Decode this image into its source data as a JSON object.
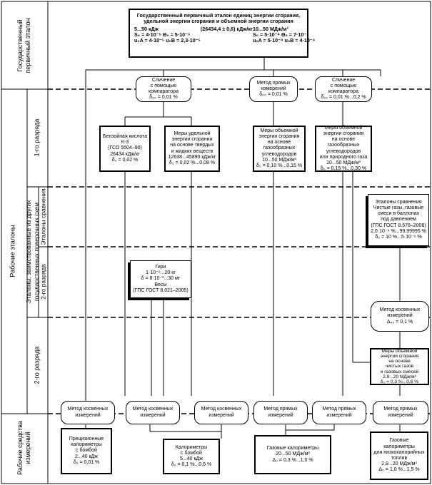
{
  "section_labels": {
    "state_primary_1": "Государственный",
    "state_primary_2": "первичный эталон",
    "working_standards": "Рабочие эталоны",
    "first_rank": "1-го разряда",
    "borrowed_1": "Эталоны, заимствованные из других",
    "borrowed_2": "государственных поверочных схем",
    "comparison_standards": "Эталоны сравнения",
    "second_rank_a": "2-го разряда",
    "second_rank_b": "2-го разряда",
    "working_means_1": "Рабочие средства",
    "working_means_2": "измерений"
  },
  "primary": {
    "title_1": "Государственный первичный эталон единиц энергии сгорания,",
    "title_2": "удельной энергии сгорания и объемной энергии сгорания",
    "l1": "5...50 кДж",
    "l2": "(26434,4 ± 0,6) кДж/кг",
    "l3": "10...50 МДж/м³",
    "l4": "S₀ = 4·10⁻⁵  Θ₀ = 5·10⁻⁵",
    "l5": "S₀ = 5·10⁻⁴  Θ₀ = 7·10⁻⁴",
    "l6": "u₀A = 4·10⁻⁵  u₀B = 2,3·10⁻⁵",
    "l7": "u₀A = 5·10⁻⁴  u₀B = 4·10⁻⁴"
  },
  "method_ovals": [
    {
      "l1": "Сличение",
      "l2": "с помощью",
      "l3": "компаратора",
      "l4": "δ₀₀ = 0,01 %"
    },
    {
      "l1": "Метод прямых",
      "l2": "измерений",
      "l3": "δ₀₀ = 0,01 %",
      "l4": ""
    },
    {
      "l1": "Сличение",
      "l2": "с помощью",
      "l3": "компаратора",
      "l4": "δ₀₀ = 0,01 %...0,2 %"
    }
  ],
  "first_rank_boxes": [
    {
      "lines": [
        "Бензойная кислота",
        "К-3",
        "(ГСО 5504–90)",
        "26434 кДж/кг",
        "δ₀ = 0,02 %"
      ]
    },
    {
      "lines": [
        "Меры удельной",
        "энергии сгорания",
        "на основе твердых",
        "и жидких веществ",
        "12638...45890 кДж/кг",
        "δ₀ = 0,02 %...0,08 %"
      ]
    },
    {
      "lines": [
        "Меры объемной",
        "энергии сгорания",
        "на основе",
        "газообразных",
        "углеводородов",
        "10...50 МДж/м³",
        "δ₀ = 0,10 %...0,15 %"
      ]
    },
    {
      "lines": [
        "Меры объемной",
        "энергии сгорания",
        "на основе",
        "газообразных",
        "углеводородов",
        "или природного газа",
        "10...50 МДж/м³",
        "δ₀ = 0,15 %...0,30 %"
      ]
    }
  ],
  "comparison_box": {
    "lines": [
      "Эталоны сравнения",
      "Чистые газы, газовые",
      "смеси в баллонах",
      "под давлением",
      "(ГПС ГОСТ 8.578–2008)",
      "2,0·10⁻⁶ %...99,99995 %",
      "δ₀ = 10 %...5·10⁻⁶ %"
    ]
  },
  "weights_box": {
    "lines": [
      "Гири",
      "1·10⁻⁶...20 кг",
      "δ = 8·10⁻³...30 мг",
      "Весы",
      "(ГПС ГОСТ 8.021–2005)"
    ]
  },
  "indirect_oval": {
    "l1": "Метод косвенных",
    "l2": "измерений",
    "l3": "Δ₀₀ = 0,1 %"
  },
  "second_rank_box": {
    "lines": [
      "Меры объемной",
      "энергии сгорания",
      "на основе",
      "чистых газов",
      "и газовых смесей",
      "2,9...20 МДж/м³",
      "δ₀ = 0,3 %...0,6 %"
    ]
  },
  "bottom_ovals": [
    {
      "l1": "Метод косвенных",
      "l2": "измерений"
    },
    {
      "l1": "Метод косвенных",
      "l2": "измерений"
    },
    {
      "l1": "Метод косвенных",
      "l2": "измерений"
    },
    {
      "l1": "Метод прямых",
      "l2": "измерений"
    },
    {
      "l1": "Метод прямых",
      "l2": "измерений"
    },
    {
      "l1": "Метод прямых",
      "l2": "измерений"
    }
  ],
  "instrument_boxes": [
    {
      "lines": [
        "Прецизионные",
        "калориметры",
        "с бомбой",
        "2...40 кДж",
        "δ₀ = 0,01 %"
      ]
    },
    {
      "lines": [
        "Калориметры",
        "с бомбой",
        "5...40 кДж",
        "δ₀ = 0,1 %...0,6 %"
      ]
    },
    {
      "lines": [
        "Газовые калориметры",
        "20...50 МДж/м³",
        "Δ₀ = 0,3 %...1,0 %"
      ]
    },
    {
      "lines": [
        "Газовые",
        "калориметры",
        "для низкокалорийных",
        "топлив",
        "2,9...20 МДж/м³",
        "Δ₀ = 1,0 %...1,5 %"
      ]
    }
  ]
}
